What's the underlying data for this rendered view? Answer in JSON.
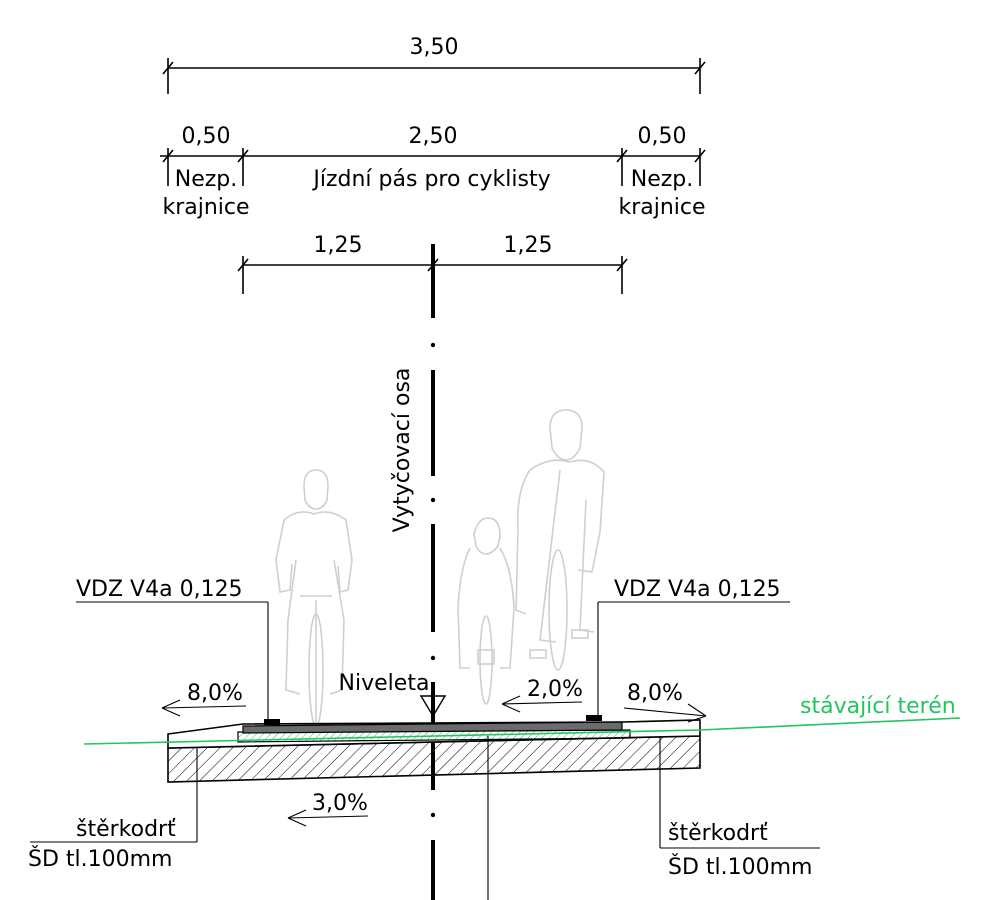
{
  "dimensions": {
    "total": "3,50",
    "left_shoulder": "0,50",
    "lane": "2,50",
    "right_shoulder": "0,50",
    "half_left": "1,25",
    "half_right": "1,25"
  },
  "labels": {
    "shoulder_left_line1": "Nezp.",
    "shoulder_left_line2": "krajnice",
    "lane_label": "Jízdní pás pro cyklisty",
    "shoulder_right_line1": "Nezp.",
    "shoulder_right_line2": "krajnice",
    "axis_label": "Vytyčovací osa",
    "marking_left": "VDZ V4a 0,125",
    "marking_right": "VDZ V4a 0,125",
    "niveleta": "Niveleta",
    "existing_terrain": "stávající terén",
    "gravel_left_line1": "štěrkodrť",
    "gravel_left_line2": "ŠD tl.100mm",
    "gravel_right_line1": "štěrkodrť",
    "gravel_right_line2": "ŠD tl.100mm"
  },
  "slopes": {
    "left_shoulder": "8,0%",
    "lane": "2,0%",
    "right_shoulder": "8,0%",
    "base": "3,0%"
  },
  "colors": {
    "line": "#000000",
    "terrain": "#22c55e",
    "riders": "#cfcfcf",
    "surface": "#6b6b6b"
  }
}
